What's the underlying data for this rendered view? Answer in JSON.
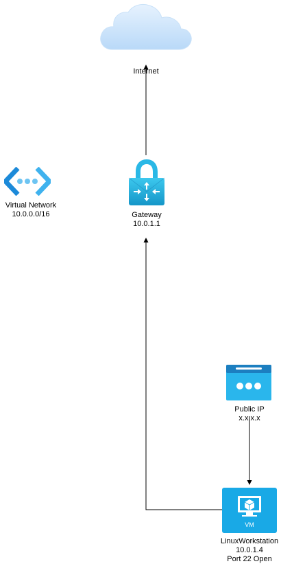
{
  "diagram": {
    "internet": {
      "label": "Internet"
    },
    "virtual_network": {
      "name": "Virtual Network",
      "cidr": "10.0.0.0/16"
    },
    "gateway": {
      "name": "Gateway",
      "ip": "10.0.1.1"
    },
    "public_ip": {
      "name": "Public IP",
      "address": "x.x.x.x"
    },
    "vm": {
      "badge": "VM",
      "name": "LinuxWorkstation",
      "ip": "10.0.1.4",
      "port_note": "Port 22 Open"
    },
    "icons": {
      "internet": "cloud-icon",
      "virtual_network": "virtual-network-icon",
      "gateway": "gateway-lock-icon",
      "public_ip": "public-ip-icon",
      "vm": "virtual-machine-icon"
    },
    "colors": {
      "cloud_light": "#dfeefc",
      "cloud_dark": "#b8d8f8",
      "azure_blue": "#1aa6e8",
      "azure_cyan": "#2ec3ee",
      "edge": "#000000"
    }
  }
}
